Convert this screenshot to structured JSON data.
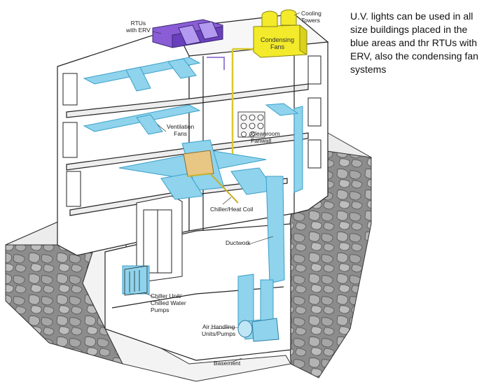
{
  "note": "U.V. lights can be used in all size buildings placed in the blue areas and thr RTUs with ERV, also the condensing fan systems",
  "labels": {
    "rtus": "RTUs\nwith ERV",
    "cooling_towers": "Cooling\nTowers",
    "condensing_fans": "Condensing\nFans",
    "ventilation_fans": "Ventilation\nFans",
    "cleanroom_fanwall": "Cleanroom\nFanwall",
    "chiller_heat_coil": "Chiller/Heat Coil",
    "ductwork": "Ductwork",
    "chiller_unit": "Chiller Unit/\nChilled Water\nPumps",
    "air_handling": "Air Handling\nUnits/Pumps",
    "basement": "Basement"
  },
  "colors": {
    "duct_blue": "#8fd3ec",
    "duct_edge": "#3a9fc9",
    "rtu_purple": "#8a5cd6",
    "condenser_yellow": "#f2ea2a",
    "coil_tan": "#e8c684",
    "stone_gray": "#9a9a9a",
    "wall_white": "#ffffff",
    "line": "#222222"
  }
}
